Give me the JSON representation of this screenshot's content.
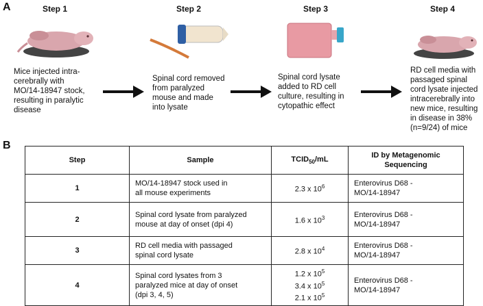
{
  "panel_a": {
    "label": "A",
    "steps": [
      {
        "title": "Step 1",
        "text_lines": [
          "Mice injected intra-",
          "cerebrally with",
          "MO/14-18947 stock,",
          "resulting in paralytic",
          "disease"
        ]
      },
      {
        "title": "Step 2",
        "text_lines": [
          "Spinal cord removed",
          "from paralyzed",
          "mouse and made",
          "into lysate"
        ]
      },
      {
        "title": "Step 3",
        "text_lines": [
          "Spinal cord lysate",
          "added to RD cell",
          "culture, resulting in",
          "cytopathic effect"
        ]
      },
      {
        "title": "Step 4",
        "text_lines": [
          "RD cell media with",
          "passaged spinal",
          "cord lysate injected",
          "intracerebrally into",
          "new mice, resulting",
          "in disease in 38%",
          "(n=9/24) of mice"
        ]
      }
    ]
  },
  "panel_b": {
    "label": "B",
    "headers": {
      "step": "Step",
      "sample": "Sample",
      "tcid_base": "TCID",
      "tcid_sub": "50",
      "tcid_unit": "/mL",
      "id_line1": "ID by Metagenomic",
      "id_line2": "Sequencing"
    },
    "rows": [
      {
        "step": "1",
        "sample_lines": [
          "MO/14-18947 stock used in",
          "all mouse experiments"
        ],
        "tcid": [
          {
            "base": "2.3 x 10",
            "exp": "6"
          }
        ],
        "id_lines": [
          "Enterovirus D68 -",
          "MO/14-18947"
        ]
      },
      {
        "step": "2",
        "sample_lines": [
          "Spinal cord lysate from paralyzed",
          "mouse at day of onset (dpi 4)"
        ],
        "tcid": [
          {
            "base": "1.6 x 10",
            "exp": "3"
          }
        ],
        "id_lines": [
          "Enterovirus D68 -",
          "MO/14-18947"
        ]
      },
      {
        "step": "3",
        "sample_lines": [
          "RD cell media with passaged",
          "spinal cord lysate"
        ],
        "tcid": [
          {
            "base": "2.8 x 10",
            "exp": "4"
          }
        ],
        "id_lines": [
          "Enterovirus D68 -",
          "MO/14-18947"
        ]
      },
      {
        "step": "4",
        "sample_lines": [
          "Spinal cord lysates from 3",
          "paralyzed mice at day of onset",
          "(dpi 3, 4, 5)"
        ],
        "tcid": [
          {
            "base": "1.2 x 10",
            "exp": "5"
          },
          {
            "base": "3.4 x 10",
            "exp": "5"
          },
          {
            "base": "2.1 x 10",
            "exp": "5"
          }
        ],
        "id_lines": [
          "Enterovirus D68 -",
          "MO/14-18947"
        ]
      }
    ]
  }
}
